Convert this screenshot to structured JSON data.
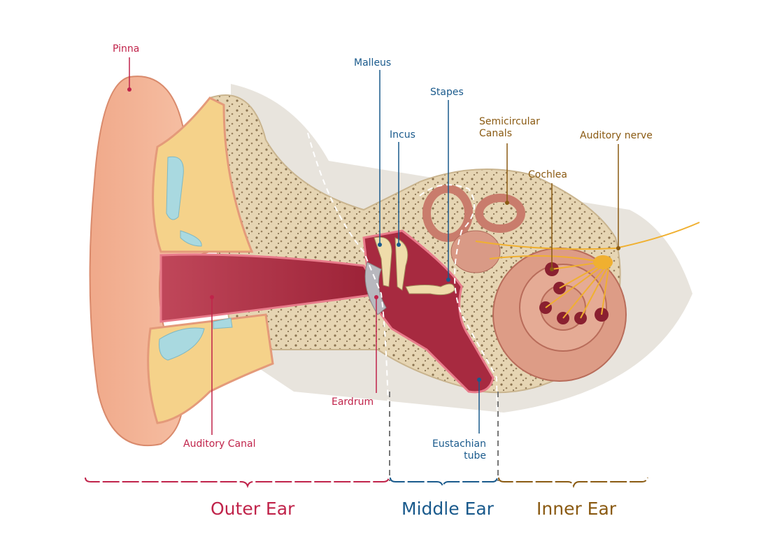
{
  "colors": {
    "outer": "#c0234a",
    "middle": "#1a5a8c",
    "inner": "#8a5a12"
  },
  "labels": {
    "pinna": "Pinna",
    "malleus": "Malleus",
    "stapes": "Stapes",
    "incus": "Incus",
    "semicircular_line1": "Semicircular",
    "semicircular_line2": "Canals",
    "auditory_nerve": "Auditory nerve",
    "cochlea": "Cochlea",
    "eardrum": "Eardrum",
    "auditory_canal": "Auditory Canal",
    "eustachian_line1": "Eustachian",
    "eustachian_line2": "tube"
  },
  "sections": {
    "outer": "Outer Ear",
    "middle": "Middle Ear",
    "inner": "Inner Ear"
  }
}
